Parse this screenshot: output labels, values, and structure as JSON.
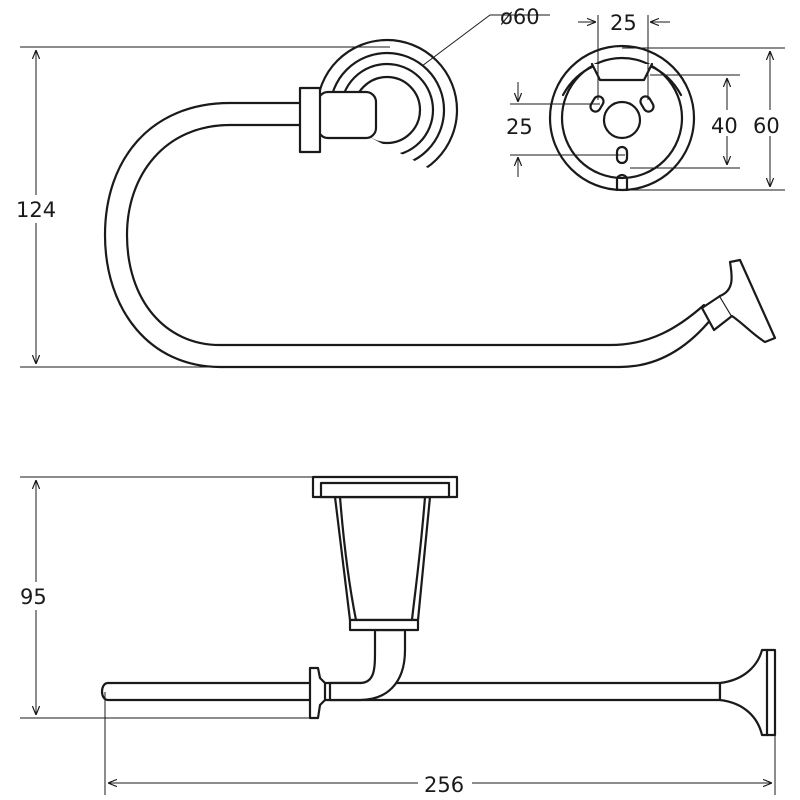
{
  "drawing": {
    "colors": {
      "line": "#1a1a1a",
      "background": "#ffffff"
    },
    "top_view": {
      "diameter_label": "ø60",
      "height_label": "124"
    },
    "mount_view": {
      "hole_spacing_horizontal_label": "25",
      "hole_spacing_vertical_label": "25",
      "slot_height_label": "40",
      "plate_height_label": "60"
    },
    "side_view": {
      "depth_label": "95",
      "length_label": "256"
    }
  }
}
